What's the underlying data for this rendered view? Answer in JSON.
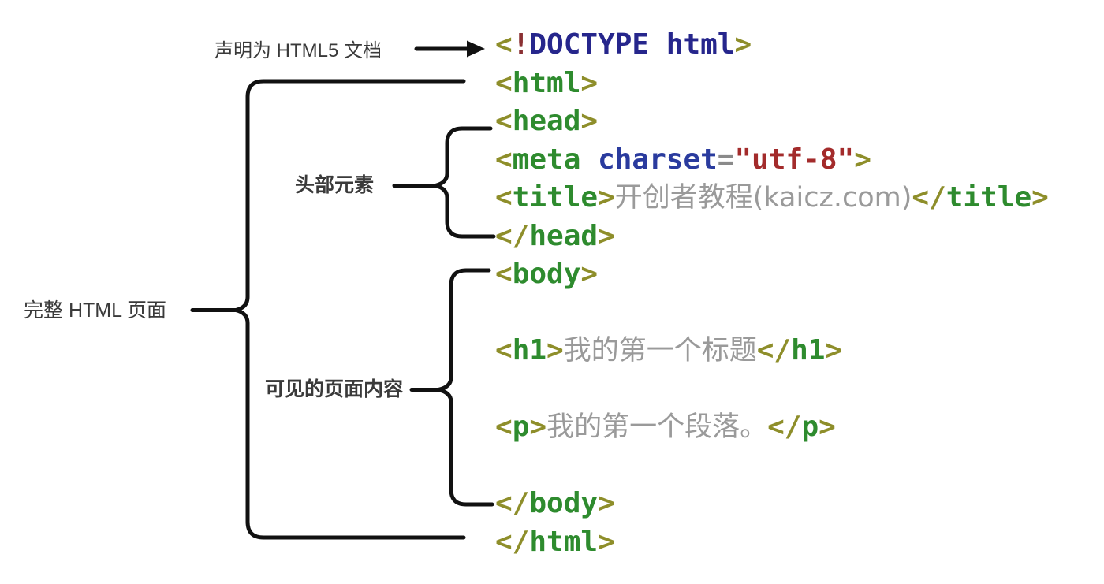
{
  "labels": {
    "doctype_note": "声明为 HTML5 文档",
    "full_page": "完整 HTML 页面",
    "head_elements": "头部元素",
    "visible_content": "可见的页面内容"
  },
  "code": {
    "lines": [
      {
        "tokens": [
          {
            "t": "<",
            "c": "bracket"
          },
          {
            "t": "!",
            "c": "bang"
          },
          {
            "t": "DOCTYPE html",
            "c": "doctype"
          },
          {
            "t": ">",
            "c": "bracket"
          }
        ]
      },
      {
        "tokens": [
          {
            "t": "<",
            "c": "bracket"
          },
          {
            "t": "html",
            "c": "tag"
          },
          {
            "t": ">",
            "c": "bracket"
          }
        ]
      },
      {
        "tokens": [
          {
            "t": "<",
            "c": "bracket"
          },
          {
            "t": "head",
            "c": "tag"
          },
          {
            "t": ">",
            "c": "bracket"
          }
        ]
      },
      {
        "tokens": [
          {
            "t": "<",
            "c": "bracket"
          },
          {
            "t": "meta",
            "c": "tag"
          },
          {
            "t": " ",
            "c": "plain"
          },
          {
            "t": "charset",
            "c": "attr"
          },
          {
            "t": "=",
            "c": "eq"
          },
          {
            "t": "\"utf-8\"",
            "c": "value"
          },
          {
            "t": ">",
            "c": "bracket"
          }
        ]
      },
      {
        "tokens": [
          {
            "t": "<",
            "c": "bracket"
          },
          {
            "t": "title",
            "c": "tag"
          },
          {
            "t": ">",
            "c": "bracket"
          },
          {
            "t": "开创者教程(kaicz.com)",
            "c": "text"
          },
          {
            "t": "</",
            "c": "bracket"
          },
          {
            "t": "title",
            "c": "tag"
          },
          {
            "t": ">",
            "c": "bracket"
          }
        ]
      },
      {
        "tokens": [
          {
            "t": "</",
            "c": "bracket"
          },
          {
            "t": "head",
            "c": "tag"
          },
          {
            "t": ">",
            "c": "bracket"
          }
        ]
      },
      {
        "tokens": [
          {
            "t": "<",
            "c": "bracket"
          },
          {
            "t": "body",
            "c": "tag"
          },
          {
            "t": ">",
            "c": "bracket"
          }
        ]
      },
      {
        "tokens": []
      },
      {
        "tokens": [
          {
            "t": "<",
            "c": "bracket"
          },
          {
            "t": "h1",
            "c": "tag"
          },
          {
            "t": ">",
            "c": "bracket"
          },
          {
            "t": "我的第一个标题",
            "c": "text"
          },
          {
            "t": "</",
            "c": "bracket"
          },
          {
            "t": "h1",
            "c": "tag"
          },
          {
            "t": ">",
            "c": "bracket"
          }
        ]
      },
      {
        "tokens": []
      },
      {
        "tokens": [
          {
            "t": "<",
            "c": "bracket"
          },
          {
            "t": "p",
            "c": "tag"
          },
          {
            "t": ">",
            "c": "bracket"
          },
          {
            "t": "我的第一个段落。",
            "c": "text"
          },
          {
            "t": "</",
            "c": "bracket"
          },
          {
            "t": "p",
            "c": "tag"
          },
          {
            "t": ">",
            "c": "bracket"
          }
        ]
      },
      {
        "tokens": []
      },
      {
        "tokens": [
          {
            "t": "</",
            "c": "bracket"
          },
          {
            "t": "body",
            "c": "tag"
          },
          {
            "t": ">",
            "c": "bracket"
          }
        ]
      },
      {
        "tokens": [
          {
            "t": "</",
            "c": "bracket"
          },
          {
            "t": "html",
            "c": "tag"
          },
          {
            "t": ">",
            "c": "bracket"
          }
        ]
      }
    ]
  },
  "palette": {
    "bracket": "#8e8e2a",
    "tag": "#2e8b2e",
    "doctype": "#26268c",
    "bang": "#8a3033",
    "attr": "#2a3b9e",
    "eq": "#8a8a8a",
    "value": "#a32b2b",
    "content_text": "#9a9a9a",
    "annotation": "#3a3a3a",
    "line": "#111111"
  }
}
